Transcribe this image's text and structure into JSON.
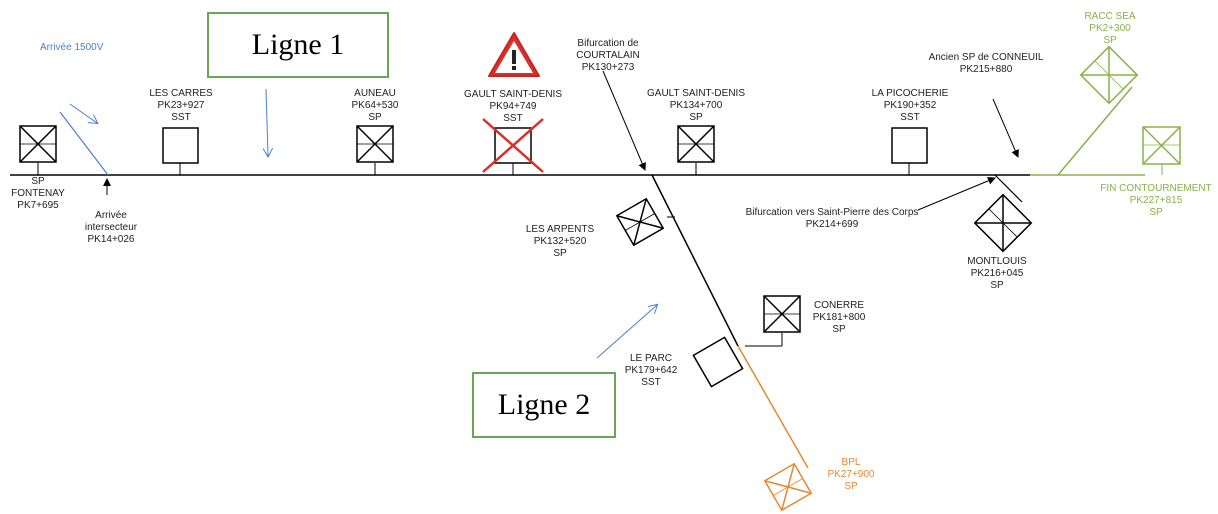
{
  "colors": {
    "line": "#000000",
    "green": "#8ab04a",
    "orange": "#e8882f",
    "blue": "#4a7fd0",
    "warning_red": "#d9302c",
    "box_border": "#6aa84f"
  },
  "boxes": {
    "ligne1": "Ligne 1",
    "ligne2": "Ligne 2"
  },
  "annotations": {
    "arrivee_1500v": "Arrivée 1500V",
    "arrivee_intersecteur": [
      "Arrivée",
      "intersecteur",
      "PK14+026"
    ],
    "bifurcation_courtalain": [
      "Bifurcation de",
      "COURTALAIN",
      "PK130+273"
    ],
    "ancien_sp_conneuil": [
      "Ancien SP de CONNEUIL",
      "PK215+880"
    ],
    "bifurcation_spdc": [
      "Bifurcation vers Saint-Pierre des Corps",
      "PK214+699"
    ]
  },
  "stations": {
    "fontenay": [
      "SP",
      "FONTENAY",
      "PK7+695"
    ],
    "les_carres": [
      "LES CARRES",
      "PK23+927",
      "SST"
    ],
    "auneau": [
      "AUNEAU",
      "PK64+530",
      "SP"
    ],
    "gault1": [
      "GAULT SAINT-DENIS",
      "PK94+749",
      "SST"
    ],
    "gault2": [
      "GAULT SAINT-DENIS",
      "PK134+700",
      "SP"
    ],
    "picocherie": [
      "LA PICOCHERIE",
      "PK190+352",
      "SST"
    ],
    "racc_sea": [
      "RACC SEA",
      "PK2+300",
      "SP"
    ],
    "fin_contournement": [
      "FIN CONTOURNEMENT",
      "PK227+815",
      "SP"
    ],
    "les_arpents": [
      "LES ARPENTS",
      "PK132+520",
      "SP"
    ],
    "montlouis": [
      "MONTLOUIS",
      "PK216+045",
      "SP"
    ],
    "conerre": [
      "CONERRE",
      "PK181+800",
      "SP"
    ],
    "le_parc": [
      "LE PARC",
      "PK179+642",
      "SST"
    ],
    "bpl": [
      "BPL",
      "PK27+900",
      "SP"
    ]
  }
}
